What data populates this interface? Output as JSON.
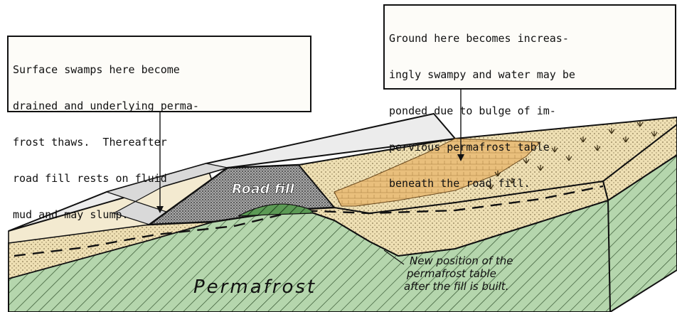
{
  "callouts": {
    "left": {
      "lines": [
        "Surface swamps here become",
        "drained and underlying perma-",
        "frost thaws.  Thereafter",
        "road fill rests on fluid",
        "mud and may slump."
      ]
    },
    "right": {
      "lines": [
        "Ground here becomes increas-",
        "ingly swampy and water may be",
        "ponded due to bulge of im-",
        "pervious permafrost table",
        "beneath the road fill."
      ]
    }
  },
  "labels": {
    "road_fill": "Road fill",
    "permafrost": "Permafrost",
    "new_position": [
      "New position of the",
      "permafrost table",
      "after the fill is built."
    ]
  },
  "colors": {
    "permafrost": "#b5d6ad",
    "sediment": "#efe0b4",
    "swamp_surface": "#e9bf7c",
    "road_fill": "#a9a9a9",
    "road_surface": "#ececec",
    "frozen_core": "#5c9a55",
    "outline": "#111111"
  }
}
